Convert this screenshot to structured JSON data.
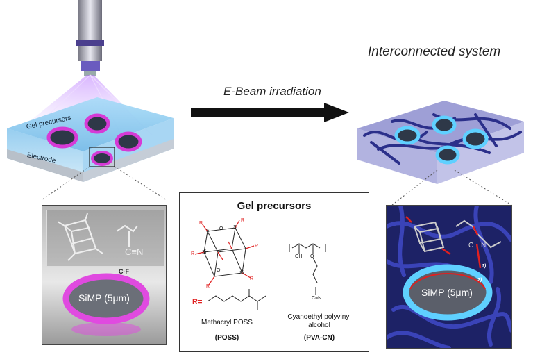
{
  "title_right": "Interconnected system",
  "arrow_label": "E-Beam irradiation",
  "left_device": {
    "layer_top": "Gel precursors",
    "layer_bottom": "Electrode"
  },
  "left_zoom": {
    "bond_label": "C-F",
    "particle_label": "SiMP (5μm)"
  },
  "panel": {
    "title": "Gel precursors",
    "r_label": "R=",
    "poss_name": "Methacryl POSS",
    "poss_abbr": "(POSS)",
    "pva_name_1": "Cyanoethyl polyvinyl",
    "pva_name_2": "alcohol",
    "pva_abbr": "(PVA-CN)",
    "si": "Si",
    "o": "O",
    "r": "R",
    "oh": "OH",
    "cn": "C≡N"
  },
  "right_zoom": {
    "particle_label": "SiMP (5μm)",
    "step1": "1)",
    "step2": "2)",
    "c_label": "C",
    "n_label": "N"
  },
  "colors": {
    "gel_blue": "#8ec9ee",
    "magenta": "#d63ad6",
    "network_blue": "#2b2f8a",
    "cyan_glow": "#5fd0ff",
    "red": "#e02020"
  }
}
